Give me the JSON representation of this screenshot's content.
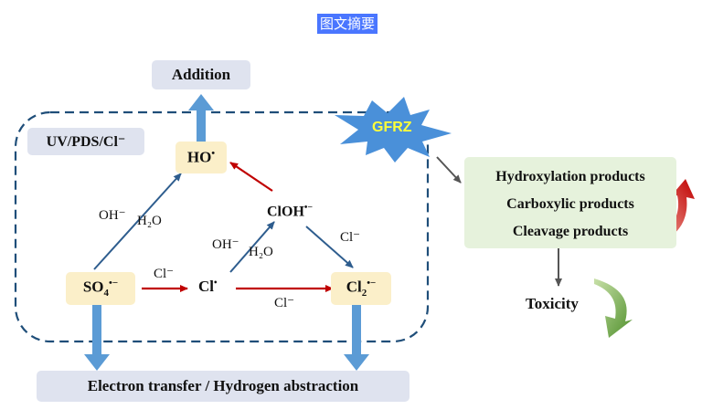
{
  "header": {
    "title": "图文摘要"
  },
  "diagram": {
    "addition": "Addition",
    "system": "UV/PDS/Cl⁻",
    "ho": {
      "base": "HO",
      "sup": "•"
    },
    "cloh": {
      "base": "ClOH",
      "sup": "•−"
    },
    "so4": {
      "base": "SO",
      "sub": "4",
      "sup": "•−"
    },
    "cl": {
      "base": "Cl",
      "sup": "•"
    },
    "cl2": {
      "base": "Cl",
      "sub": "2",
      "sup": "•−"
    },
    "edge_labels": {
      "so4_to_ho_oh": "OH⁻",
      "so4_to_ho_h2o": "H₂O",
      "cl_to_cloh_oh": "OH⁻",
      "cl_to_cloh_h2o": "H₂O",
      "so4_to_cl": "Cl⁻",
      "cl_to_cl2": "Cl⁻",
      "cloh_to_cl2": "Cl⁻"
    },
    "gfrz": "GFRZ",
    "products": [
      "Hydroxylation products",
      "Carboxylic products",
      "Cleavage products"
    ],
    "toxicity": "Toxicity",
    "bottom": "Electron transfer / Hydrogen abstraction"
  },
  "colors": {
    "blue_arrow": "#2e5d8e",
    "red_arrow": "#c00000",
    "wide_arrow": "#5b9bd5",
    "dashed_border": "#1f4e79",
    "grey_box": "#dfe3ef",
    "cream_box": "#fbefc9",
    "green_box": "#e6f2dc",
    "gfrz_star": "#4a90d9",
    "gfrz_text": "#ffff3a",
    "curve_red": "#c00000",
    "curve_green": "#5a9a2e"
  }
}
